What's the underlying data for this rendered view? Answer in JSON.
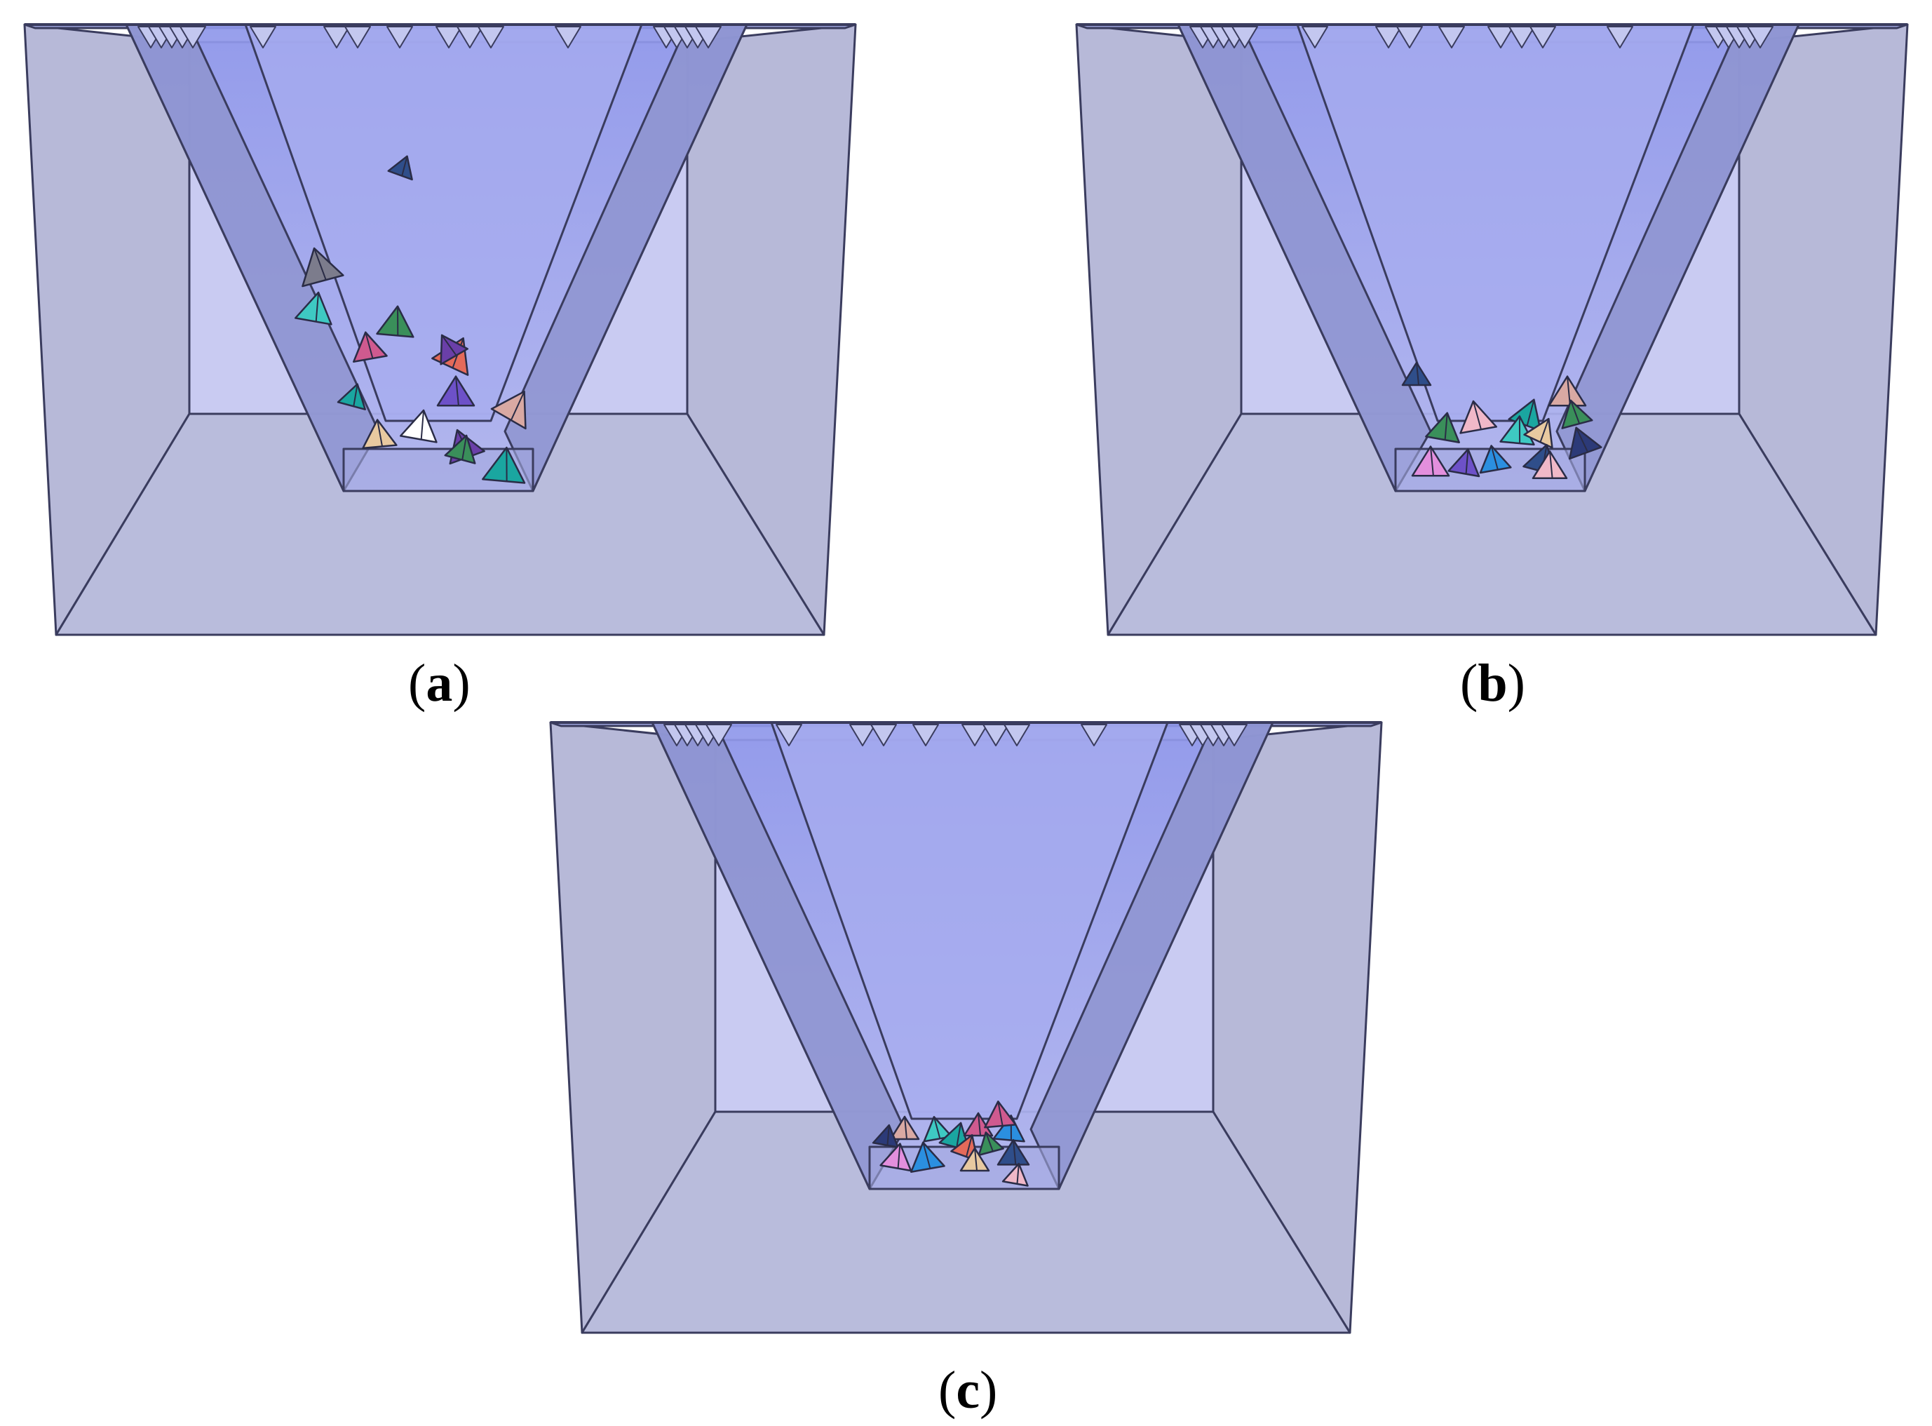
{
  "captions": {
    "a": "a",
    "b": "b",
    "c": "c"
  },
  "colors": {
    "box_side": "#b7b9d8",
    "box_floor": "#b9bcdc",
    "back_wall": "#c9cbf2",
    "funnel_front": "#9fa5ea",
    "funnel_side": "#8e94cf",
    "edge": "#3a3c5e",
    "particles": [
      "#3ec9c2",
      "#3a8f5a",
      "#6a3fa8",
      "#e46a5a",
      "#d9a9a3",
      "#e8c9a0",
      "#ffffff",
      "#2f4e8a",
      "#7c7c8c",
      "#cf5a8f",
      "#1aa6a0",
      "#6d51c8",
      "#f0b8c8",
      "#2c3a78",
      "#e38fdd",
      "#2b8fe0"
    ]
  },
  "icons": {
    "particle": "tetrahedron-icon",
    "nozzle": "nozzle-icon"
  }
}
